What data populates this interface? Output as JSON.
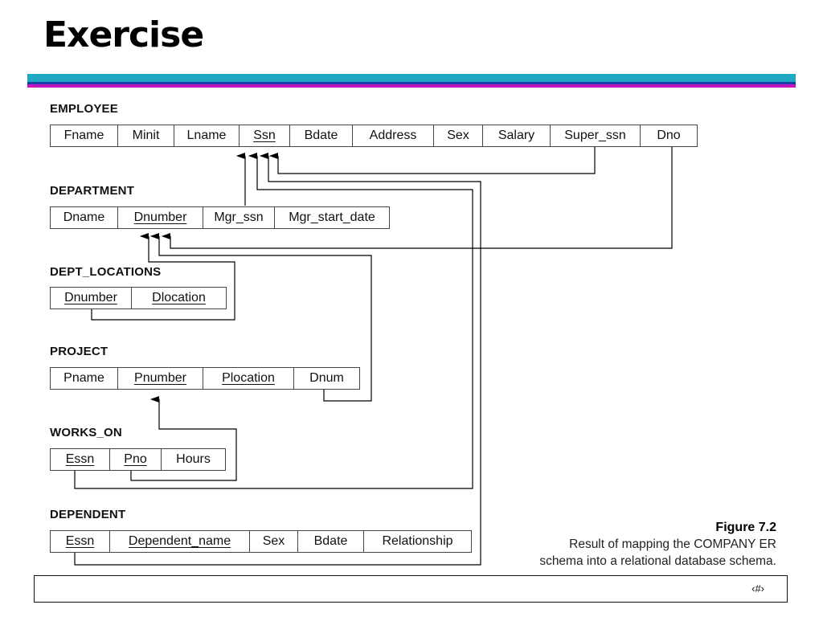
{
  "slide": {
    "title": "Exercise"
  },
  "relations": [
    {
      "key": "employee",
      "name": "EMPLOYEE",
      "attributes": [
        {
          "label": "Fname",
          "pk": false
        },
        {
          "label": "Minit",
          "pk": false
        },
        {
          "label": "Lname",
          "pk": false
        },
        {
          "label": "Ssn",
          "pk": true
        },
        {
          "label": "Bdate",
          "pk": false
        },
        {
          "label": "Address",
          "pk": false
        },
        {
          "label": "Sex",
          "pk": false
        },
        {
          "label": "Salary",
          "pk": false
        },
        {
          "label": "Super_ssn",
          "pk": false
        },
        {
          "label": "Dno",
          "pk": false
        }
      ]
    },
    {
      "key": "department",
      "name": "DEPARTMENT",
      "attributes": [
        {
          "label": "Dname",
          "pk": false
        },
        {
          "label": "Dnumber",
          "pk": true
        },
        {
          "label": "Mgr_ssn",
          "pk": false
        },
        {
          "label": "Mgr_start_date",
          "pk": false
        }
      ]
    },
    {
      "key": "dept_locations",
      "name": "DEPT_LOCATIONS",
      "attributes": [
        {
          "label": "Dnumber",
          "pk": true
        },
        {
          "label": "Dlocation",
          "pk": true
        }
      ]
    },
    {
      "key": "project",
      "name": "PROJECT",
      "attributes": [
        {
          "label": "Pname",
          "pk": false
        },
        {
          "label": "Pnumber",
          "pk": true
        },
        {
          "label": "Plocation",
          "pk": true
        },
        {
          "label": "Dnum",
          "pk": false
        }
      ]
    },
    {
      "key": "works_on",
      "name": "WORKS_ON",
      "attributes": [
        {
          "label": "Essn",
          "pk": true
        },
        {
          "label": "Pno",
          "pk": true
        },
        {
          "label": "Hours",
          "pk": false
        }
      ]
    },
    {
      "key": "dependent",
      "name": "DEPENDENT",
      "attributes": [
        {
          "label": "Essn",
          "pk": true
        },
        {
          "label": "Dependent_name",
          "pk": true
        },
        {
          "label": "Sex",
          "pk": false
        },
        {
          "label": "Bdate",
          "pk": false
        },
        {
          "label": "Relationship",
          "pk": false
        }
      ]
    }
  ],
  "foreign_keys": [
    {
      "from": "EMPLOYEE.Super_ssn",
      "to": "EMPLOYEE.Ssn"
    },
    {
      "from": "EMPLOYEE.Dno",
      "to": "DEPARTMENT.Dnumber"
    },
    {
      "from": "DEPARTMENT.Mgr_ssn",
      "to": "EMPLOYEE.Ssn"
    },
    {
      "from": "DEPT_LOCATIONS.Dnumber",
      "to": "DEPARTMENT.Dnumber"
    },
    {
      "from": "PROJECT.Dnum",
      "to": "DEPARTMENT.Dnumber"
    },
    {
      "from": "WORKS_ON.Essn",
      "to": "EMPLOYEE.Ssn"
    },
    {
      "from": "WORKS_ON.Pno",
      "to": "PROJECT.Pnumber"
    },
    {
      "from": "DEPENDENT.Essn",
      "to": "EMPLOYEE.Ssn"
    }
  ],
  "caption": {
    "figure_label": "Figure 7.2",
    "line1": "Result of mapping the COMPANY ER",
    "line2": "schema into a relational database schema."
  },
  "footer": {
    "slide_number": "‹#›"
  }
}
